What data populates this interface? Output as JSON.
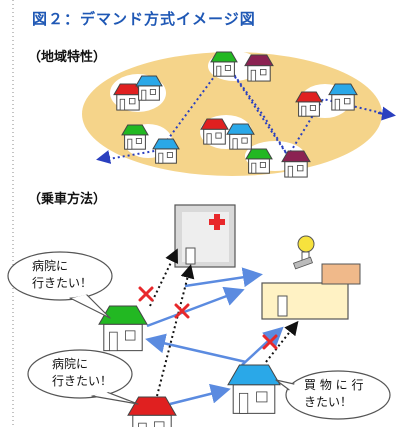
{
  "title": "図２：デマンド方式イメージ図",
  "sections": {
    "area": "（地域特性）",
    "method": "（乗車方法）"
  },
  "speech_bubbles": [
    {
      "line1": "病院に",
      "line2": "行きたい！"
    },
    {
      "line1": "病院に",
      "line2": "行きたい！"
    },
    {
      "line1": "買 物 に 行",
      "line2": "きたい！"
    }
  ],
  "colors": {
    "title": "#1f58b5",
    "area_fill": "#f5d48a",
    "route": "#2a3fbf",
    "arrow": "#5b8be0",
    "cross": "#e8282b",
    "roof_red": "#e02020",
    "roof_green": "#22b822",
    "roof_blue": "#2aa8e8",
    "roof_maroon": "#8b2252"
  }
}
